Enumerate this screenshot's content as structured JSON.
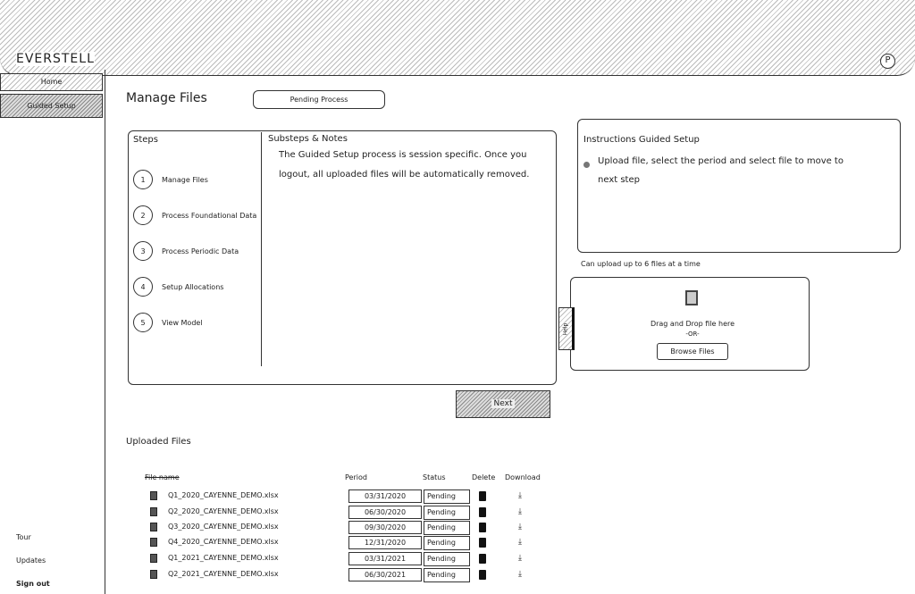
{
  "brand": "EVERSTELL",
  "avatar_initial": "P",
  "sidebar": {
    "items": [
      {
        "label": "Home"
      },
      {
        "label": "Guided Setup"
      }
    ],
    "bottom": [
      {
        "label": "Tour"
      },
      {
        "label": "Updates"
      },
      {
        "label": "Sign out"
      }
    ]
  },
  "page": {
    "title": "Manage Files",
    "pending_button": "Pending Process"
  },
  "steps": {
    "heading": "Steps",
    "items": [
      {
        "num": "1",
        "label": "Manage Files"
      },
      {
        "num": "2",
        "label": "Process Foundational Data"
      },
      {
        "num": "3",
        "label": "Process Periodic Data"
      },
      {
        "num": "4",
        "label": "Setup Allocations"
      },
      {
        "num": "5",
        "label": "View Model"
      }
    ]
  },
  "notes": {
    "heading": "Substeps & Notes",
    "text": "The Guided Setup process is session specific. Once you logout, all uploaded files will be automatically removed."
  },
  "instructions": {
    "heading": "Instructions Guided Setup",
    "text": "Upload file, select the period and select file to move to next step"
  },
  "upload": {
    "limit_note": "Can upload up to 6 files at a time",
    "drag_text": "Drag and Drop file here",
    "or_text": "-OR-",
    "browse_button": "Browse Files",
    "help_tab": "Help"
  },
  "next_button": "Next",
  "files": {
    "heading": "Uploaded Files",
    "columns": [
      "File name",
      "Period",
      "Status",
      "Delete",
      "Download"
    ],
    "rows": [
      {
        "name": "Q1_2020_CAYENNE_DEMO.xlsx",
        "period": "03/31/2020",
        "status": "Pending"
      },
      {
        "name": "Q2_2020_CAYENNE_DEMO.xlsx",
        "period": "06/30/2020",
        "status": "Pending"
      },
      {
        "name": "Q3_2020_CAYENNE_DEMO.xlsx",
        "period": "09/30/2020",
        "status": "Pending"
      },
      {
        "name": "Q4_2020_CAYENNE_DEMO.xlsx",
        "period": "12/31/2020",
        "status": "Pending"
      },
      {
        "name": "Q1_2021_CAYENNE_DEMO.xlsx",
        "period": "03/31/2021",
        "status": "Pending"
      },
      {
        "name": "Q2_2021_CAYENNE_DEMO.xlsx",
        "period": "06/30/2021",
        "status": "Pending"
      }
    ]
  }
}
